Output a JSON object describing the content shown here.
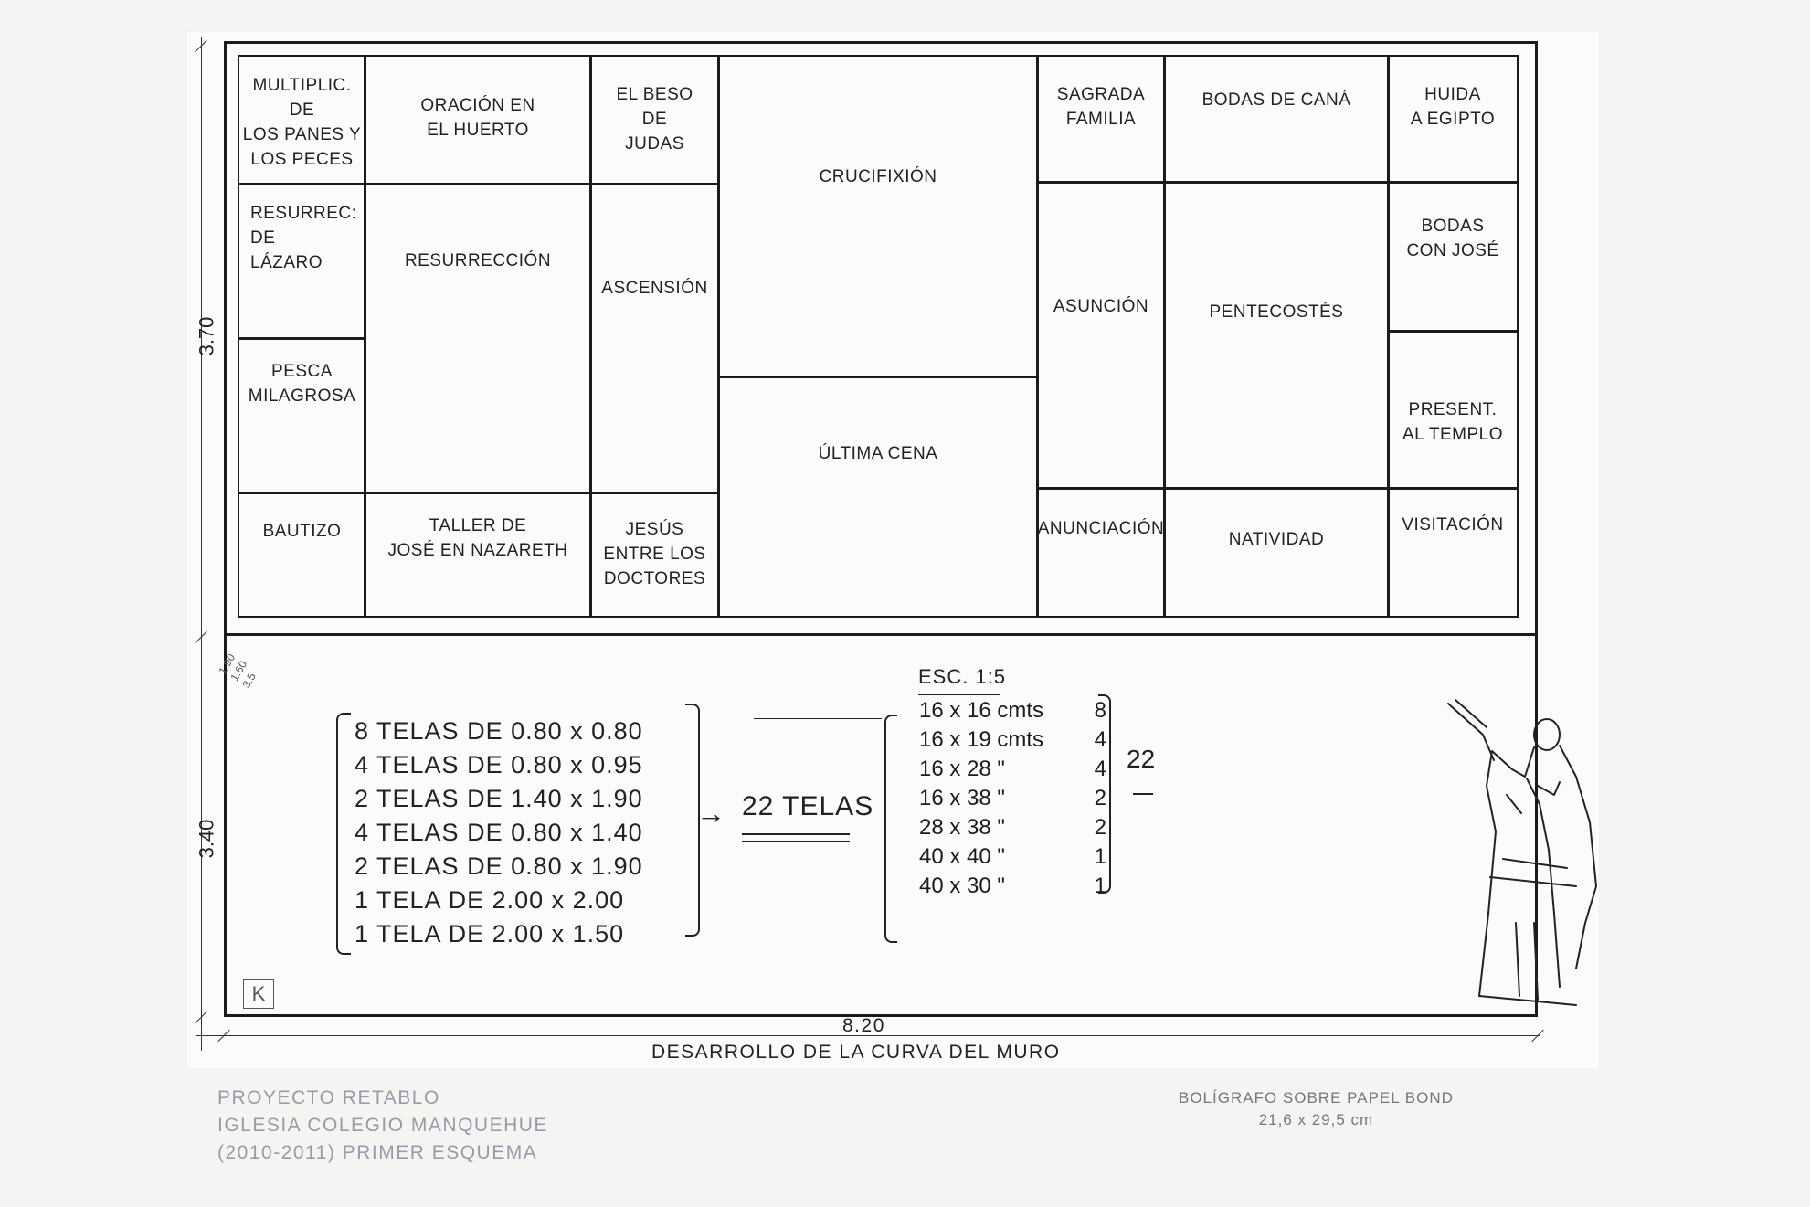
{
  "panels": {
    "multiplic": "MULTIPLIC.\nDE\nLOS PANES Y\nLOS PECES",
    "oracion": "ORACIÓN EN\nEL HUERTO",
    "beso": "EL BESO\nDE\nJUDAS",
    "crucifixion": "CRUCIFIXIÓN",
    "sagrada": "SAGRADA\nFAMILIA",
    "bodas_cana": "BODAS DE CANÁ",
    "huida": "HUIDA\nA EGIPTO",
    "lazaro": "RESURREC:\nDE\nLÁZARO",
    "resurreccion": "RESURRECCIÓN",
    "ascension": "ASCENSIÓN",
    "asuncion": "ASUNCIÓN",
    "pentecostes": "PENTECOSTÉS",
    "bodas_jose": "BODAS\nCON JOSÉ",
    "pesca": "PESCA\nMILAGROSA",
    "ultima_cena": "ÚLTIMA CENA",
    "present": "PRESENT.\nAL TEMPLO",
    "bautizo": "BAUTIZO",
    "taller": "TALLER DE\nJOSÉ EN NAZARETH",
    "jesus_doctores": "JESÚS\nENTRE LOS\nDOCTORES",
    "anunciacion": "ANUNCIACIÓN",
    "natividad": "NATIVIDAD",
    "visitacion": "VISITACIÓN"
  },
  "dimensions": {
    "height_top": "3.70",
    "height_bottom": "3.40",
    "width": "8.20",
    "wall_label": "DESARROLLO DE LA CURVA DEL MURO"
  },
  "margin_note": "1.90\n1.60\n3.5",
  "telas": [
    "8 TELAS DE 0.80 x 0.80",
    "4 TELAS DE 0.80 x 0.95",
    "2 TELAS DE 1.40 x 1.90",
    "4 TELAS DE 0.80 x 1.40",
    "2 TELAS DE 0.80 x 1.90",
    "1 TELA DE 2.00 x 2.00",
    "1 TELA DE 2.00 x 1.50"
  ],
  "total_telas": "22 TELAS",
  "scale": {
    "label": "ESC. 1:5",
    "rows": [
      {
        "size": "16 x 16 cmts",
        "count": "8"
      },
      {
        "size": "16 x 19 cmts",
        "count": "4"
      },
      {
        "size": "16 x 28 \"",
        "count": "4"
      },
      {
        "size": "16 x 38 \"",
        "count": "2"
      },
      {
        "size": "28 x 38 \"",
        "count": "2"
      },
      {
        "size": "40 x 40 \"",
        "count": "1"
      },
      {
        "size": "40 x 30 \"",
        "count": "1"
      }
    ],
    "sum": "22"
  },
  "arrow": "→",
  "signature": "K",
  "caption_left": "PROYECTO RETABLO\nIGLESIA COLEGIO MANQUEHUE\n(2010-2011)  PRIMER ESQUEMA",
  "caption_right": "BOLÍGRAFO SOBRE PAPEL BOND\n21,6 x 29,5 cm"
}
